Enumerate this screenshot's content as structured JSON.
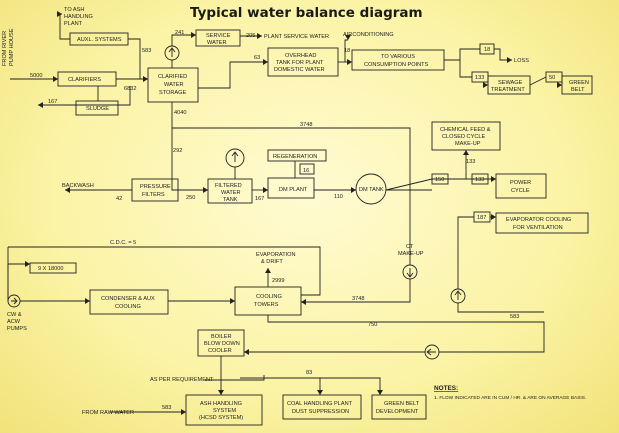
{
  "title": "Typical water balance diagram",
  "boxes": {
    "auxl_systems": "AUXL. SYSTEMS",
    "clarifiers": "CLARIFIERS",
    "sludge": "SLUDGE",
    "clarified_storage": [
      "CLARIFIED",
      "WATER",
      "STORAGE"
    ],
    "service_water": [
      "SERVICE",
      "WATER"
    ],
    "overhead_tank": [
      "OVERHEAD",
      "TANK FOR PLANT",
      "DOMESTIC WATER"
    ],
    "consumption_points": [
      "TO VARIOUS",
      "CONSUMPTION POINTS"
    ],
    "sewage": [
      "SEWAGE",
      "TREATMENT"
    ],
    "green_belt": [
      "GREEN",
      "BELT"
    ],
    "chem_feed": [
      "CHEMICAL FEED &",
      "CLOSED CYCLE",
      "MAKE-UP"
    ],
    "pressure_filters": [
      "PRESSURE",
      "FILTERS"
    ],
    "filtered_tank": [
      "FILTERED",
      "WATER",
      "TANK"
    ],
    "regeneration": "REGENERATION",
    "dm_plant": "DM PLANT",
    "dm_tank": "DM TANK",
    "power_cycle": [
      "POWER",
      "CYCLE"
    ],
    "evap_cooling": [
      "EVAPORATOR COOLING",
      "FOR VENTILATION"
    ],
    "cooling_towers": [
      "COOLING",
      "TOWERS"
    ],
    "condenser": [
      "CONDENSER & AUX",
      "COOLING"
    ],
    "cycles": "9 X 18000",
    "boiler_bd": [
      "BOILER",
      "BLOW DOWN",
      "COOLER"
    ],
    "ash_handling": [
      "ASH HANDLING",
      "SYSTEM",
      "(HCSD SYSTEM)"
    ],
    "coal_handling": [
      "COAL HANDLING PLANT",
      "DUST SUPPRESSION"
    ],
    "green_belt_dev": [
      "GREEN BELT",
      "DEVELOPMENT"
    ]
  },
  "labels": {
    "to_ash_plant": [
      "TO ASH",
      "HANDLING",
      "PLANT"
    ],
    "from_river": [
      "FROM RIVER",
      "PUMP HOUSE"
    ],
    "plant_service_water": "PLANT SERVICE WATER",
    "airconditioning": "AIRCONDITIONING",
    "loss": "LOSS",
    "backwash": "BACKWASH",
    "cdc": "C.D.C. = 5",
    "evap_drift": [
      "EVAPORATION",
      "& DRIFT"
    ],
    "ct_makeup": [
      "CT",
      "MAKE-UP"
    ],
    "cw_pumps": [
      "CW &",
      "ACW",
      "PUMPS"
    ],
    "as_per_req": "AS PER REQUIREMENT",
    "from_raw_water": "FROM RAW WATER"
  },
  "flows": {
    "f5000": "5000",
    "f6832": "6832",
    "f583a": "583",
    "f167a": "167",
    "f241": "241",
    "f205": "205",
    "f63": "63",
    "f18a": "18",
    "f18b": "18",
    "f133a": "133",
    "f50": "50",
    "f4040": "4040",
    "f3748a": "3748",
    "f292": "292",
    "f42": "42",
    "f250": "250",
    "f167b": "167",
    "f16": "16",
    "f110": "110",
    "f150": "150",
    "f133b": "133",
    "f133c": "133",
    "f187": "187",
    "f2999": "2999",
    "f3748b": "3748",
    "f750": "750",
    "f583b": "583",
    "f83": "83",
    "f583c": "583"
  },
  "notes": {
    "heading": "NOTES:",
    "line1": "1. FLOW INDICATED ARE IN CUM / HR. & ARE ON AVERAGE BASIS."
  }
}
